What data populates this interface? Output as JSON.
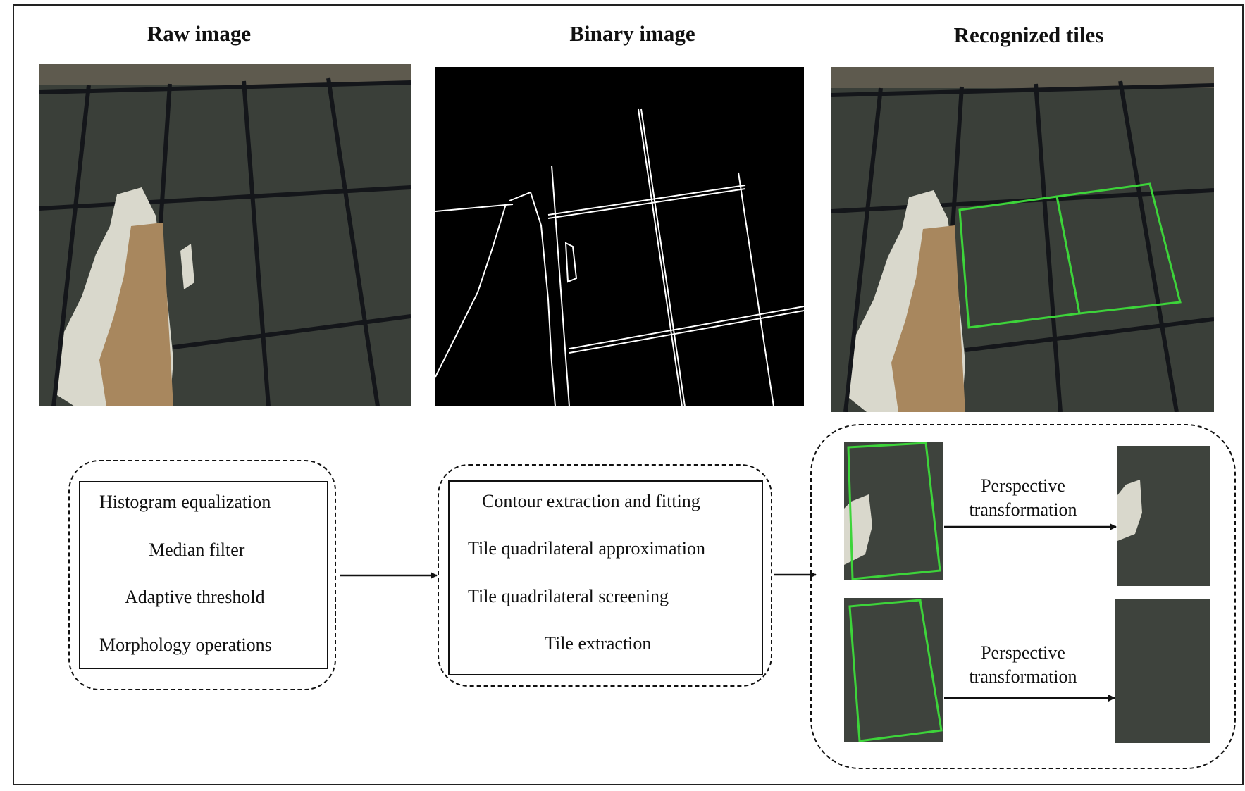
{
  "titles": {
    "raw": "Raw image",
    "binary": "Binary image",
    "recognized": "Recognized tiles"
  },
  "preprocessing_steps": [
    "Histogram equalization",
    "Median filter",
    "Adaptive threshold",
    "Morphology operations"
  ],
  "recognition_steps": [
    "Contour extraction and fitting",
    "Tile quadrilateral approximation",
    "Tile quadrilateral screening",
    "Tile extraction"
  ],
  "transforms": {
    "top_label": "Perspective\ntransformation",
    "bottom_label": "Perspective\ntransformation"
  },
  "colors": {
    "tile_surface": "#3b403a",
    "grout": "#15171a",
    "debris_white": "#d9d8cc",
    "debris_brown": "#a8875e",
    "highlight_green": "#3dd43a",
    "binary_bg": "#000000",
    "edges": "#ffffff"
  }
}
